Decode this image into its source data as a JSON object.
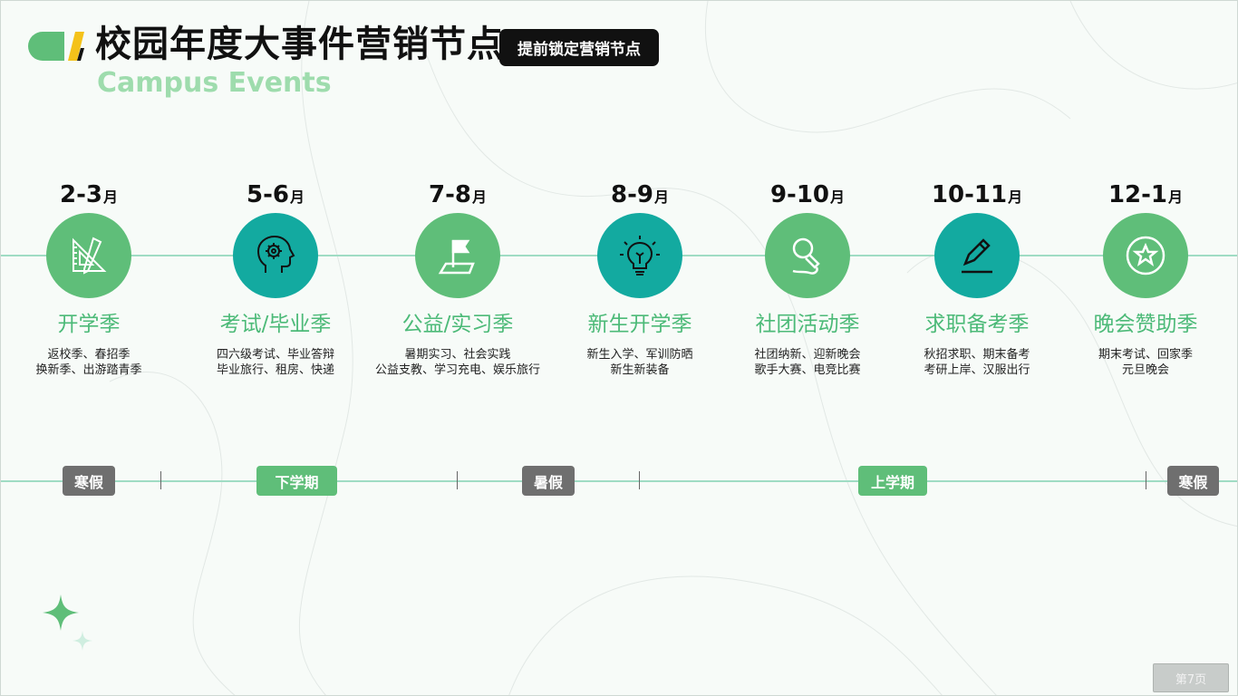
{
  "header": {
    "title": "校园年度大事件营销节点",
    "subtitle": "Campus Events",
    "tag": "提前锁定营销节点"
  },
  "nodes": [
    {
      "period": "2-3",
      "unit": "月",
      "season": "开学季",
      "line1": "返校季、春招季",
      "line2": "换新季、出游踏青季",
      "icon": "ruler-triangle-icon",
      "color": "#5fbe79"
    },
    {
      "period": "5-6",
      "unit": "月",
      "season": "考试/毕业季",
      "line1": "四六级考试、毕业答辩",
      "line2": "毕业旅行、租房、快递",
      "icon": "head-gear-icon",
      "color": "#13aaa0"
    },
    {
      "period": "7-8",
      "unit": "月",
      "season": "公益/实习季",
      "line1": "暑期实习、社会实践",
      "line2": "公益支教、学习充电、娱乐旅行",
      "icon": "flag-icon",
      "color": "#5fbe79"
    },
    {
      "period": "8-9",
      "unit": "月",
      "season": "新生开学季",
      "line1": "新生入学、军训防晒",
      "line2": "新生新装备",
      "icon": "lightbulb-icon",
      "color": "#13aaa0"
    },
    {
      "period": "9-10",
      "unit": "月",
      "season": "社团活动季",
      "line1": "社团纳新、迎新晚会",
      "line2": "歌手大赛、电竞比赛",
      "icon": "microphone-icon",
      "color": "#5fbe79"
    },
    {
      "period": "10-11",
      "unit": "月",
      "season": "求职备考季",
      "line1": "秋招求职、期末备考",
      "line2": "考研上岸、汉服出行",
      "icon": "pen-icon",
      "color": "#13aaa0"
    },
    {
      "period": "12-1",
      "unit": "月",
      "season": "晚会赞助季",
      "line1": "期末考试、回家季",
      "line2": "元旦晚会",
      "icon": "star-badge-icon",
      "color": "#5fbe79"
    }
  ],
  "terms": [
    {
      "label": "寒假",
      "color": "#6f6f6f"
    },
    {
      "label": "下学期",
      "color": "#5fbe79"
    },
    {
      "label": "暑假",
      "color": "#6f6f6f"
    },
    {
      "label": "上学期",
      "color": "#5fbe79"
    },
    {
      "label": "寒假",
      "color": "#6f6f6f"
    }
  ],
  "footer": {
    "page": "第7页"
  },
  "colors": {
    "accent_green": "#5fbe79",
    "accent_teal": "#13aaa0",
    "line": "#9fdcc4"
  }
}
